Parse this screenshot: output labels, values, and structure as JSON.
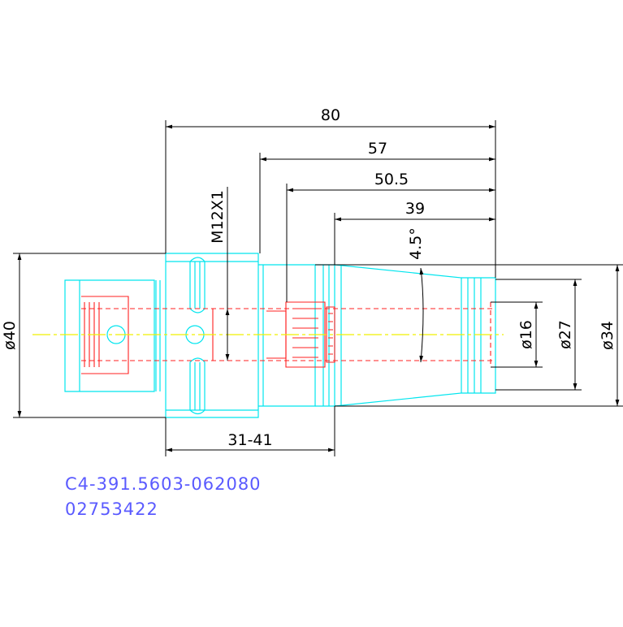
{
  "dimensions": {
    "length_overall": "80",
    "length_2": "57",
    "length_3": "50.5",
    "length_4": "39",
    "length_range": "31-41",
    "thread": "M12X1",
    "taper_angle": "4.5°",
    "dia_flange": "ø40",
    "dia_bore": "ø16",
    "dia_mid": "ø27",
    "dia_nose": "ø34"
  },
  "part": {
    "code": "C4-391.5603-062080",
    "number": "02753422"
  },
  "colors": {
    "outline": "#00e5ee",
    "hidden": "#ff2020",
    "center": "#f0f000",
    "dimension": "#000000",
    "label": "#5a5aff"
  }
}
